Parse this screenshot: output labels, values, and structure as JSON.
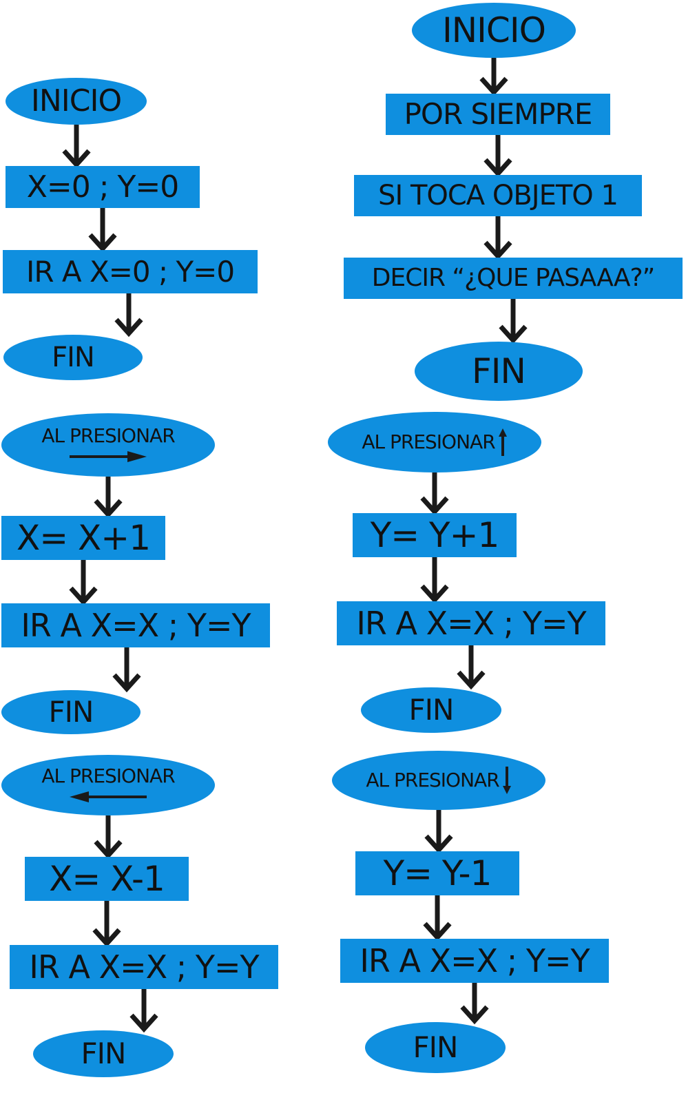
{
  "colors": {
    "node_fill": "#0f8fdf",
    "text": "#111111",
    "arrow": "#1a1a1a",
    "background": "#ffffff"
  },
  "flows": [
    {
      "id": "init",
      "nodes": [
        {
          "label": "INICIO",
          "shape": "ellipse"
        },
        {
          "label": "X=0 ; Y=0",
          "shape": "rect"
        },
        {
          "label": "IR A X=0 ; Y=0",
          "shape": "rect"
        },
        {
          "label": "FIN",
          "shape": "ellipse"
        }
      ]
    },
    {
      "id": "forever",
      "nodes": [
        {
          "label": "INICIO",
          "shape": "ellipse"
        },
        {
          "label": "POR SIEMPRE",
          "shape": "rect"
        },
        {
          "label": "SI TOCA OBJETO 1",
          "shape": "rect"
        },
        {
          "label": "DECIR “¿QUE PASAAA?”",
          "shape": "rect"
        },
        {
          "label": "FIN",
          "shape": "ellipse"
        }
      ]
    },
    {
      "id": "key-right",
      "nodes": [
        {
          "label": "AL PRESIONAR",
          "shape": "ellipse",
          "arrow_icon": "arrow-right-icon"
        },
        {
          "label": "X= X+1",
          "shape": "rect"
        },
        {
          "label": "IR A X=X ; Y=Y",
          "shape": "rect"
        },
        {
          "label": "FIN",
          "shape": "ellipse"
        }
      ]
    },
    {
      "id": "key-up",
      "nodes": [
        {
          "label": "AL PRESIONAR",
          "shape": "ellipse",
          "arrow_icon": "arrow-up-icon"
        },
        {
          "label": "Y= Y+1",
          "shape": "rect"
        },
        {
          "label": "IR A X=X ; Y=Y",
          "shape": "rect"
        },
        {
          "label": "FIN",
          "shape": "ellipse"
        }
      ]
    },
    {
      "id": "key-left",
      "nodes": [
        {
          "label": "AL PRESIONAR",
          "shape": "ellipse",
          "arrow_icon": "arrow-left-icon"
        },
        {
          "label": "X= X-1",
          "shape": "rect"
        },
        {
          "label": "IR A X=X ; Y=Y",
          "shape": "rect"
        },
        {
          "label": "FIN",
          "shape": "ellipse"
        }
      ]
    },
    {
      "id": "key-down",
      "nodes": [
        {
          "label": "AL PRESIONAR",
          "shape": "ellipse",
          "arrow_icon": "arrow-down-icon"
        },
        {
          "label": "Y= Y-1",
          "shape": "rect"
        },
        {
          "label": "IR A X=X ; Y=Y",
          "shape": "rect"
        },
        {
          "label": "FIN",
          "shape": "ellipse"
        }
      ]
    }
  ]
}
